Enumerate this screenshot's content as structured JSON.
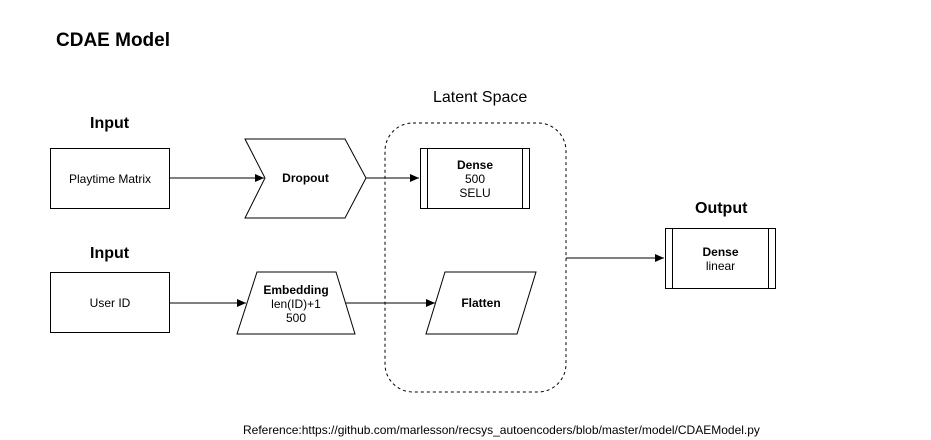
{
  "title": "CDAE Model",
  "latent_space_label": "Latent Space",
  "inputs": [
    {
      "heading": "Input",
      "box_label": "Playtime Matrix"
    },
    {
      "heading": "Input",
      "box_label": "User ID"
    }
  ],
  "dropout": {
    "label": "Dropout"
  },
  "embedding": {
    "label": "Embedding",
    "line1": "len(ID)+1",
    "line2": "500"
  },
  "dense_latent": {
    "label": "Dense",
    "line1": "500",
    "line2": "SELU"
  },
  "flatten": {
    "label": "Flatten"
  },
  "output": {
    "heading": "Output",
    "label": "Dense",
    "line1": "linear"
  },
  "reference": "Reference:https://github.com/marlesson/recsys_autoencoders/blob/master/model/CDAEModel.py"
}
